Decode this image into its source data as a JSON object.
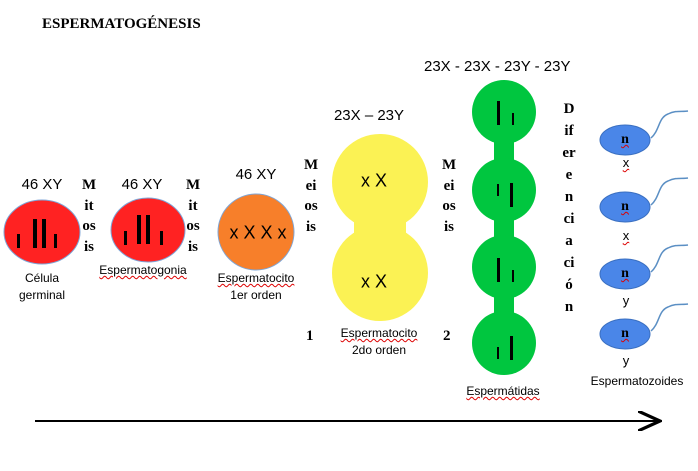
{
  "title": "ESPERMATOGÉNESIS",
  "stages": {
    "germinal": {
      "ploidy": "46 XY",
      "label_line1": "Célula",
      "label_line2": "germinal"
    },
    "espermatogonia": {
      "ploidy": "46 XY",
      "label": "Espermatogonia"
    },
    "espermatocito1": {
      "ploidy": "46 XY",
      "label_line1": "Espermatocito",
      "label_line2": "1er orden",
      "chromosomes": "x X X x"
    },
    "espermatocito2": {
      "ploidy": "23X – 23Y",
      "label_line1": "Espermatocito",
      "label_line2": "2do orden",
      "chromosomes_top": "x X",
      "chromosomes_bottom": "x X"
    },
    "espermatidas": {
      "ploidy": "23X - 23X - 23Y - 23Y",
      "label": "Espermátidas"
    },
    "espermatozoides": {
      "label": "Espermatozoides",
      "nucleus": "n",
      "types": [
        "x",
        "x",
        "y",
        "y"
      ]
    }
  },
  "processes": {
    "mitosis1": "Mitosis",
    "mitosis2": "Mitosis",
    "meiosis1": "Meiosis",
    "meiosis1_num": "1",
    "meiosis2": "Meiosis",
    "meiosis2_num": "2",
    "diferenciacion": "Diferenciación"
  },
  "colors": {
    "germinal": "#ff2222",
    "espermatocito1": "#f77f2a",
    "espermatocito2": "#fbf254",
    "espermatidas": "#00c63f",
    "espermatozoide": "#4a86e8",
    "tail": "#5b8fc4"
  }
}
